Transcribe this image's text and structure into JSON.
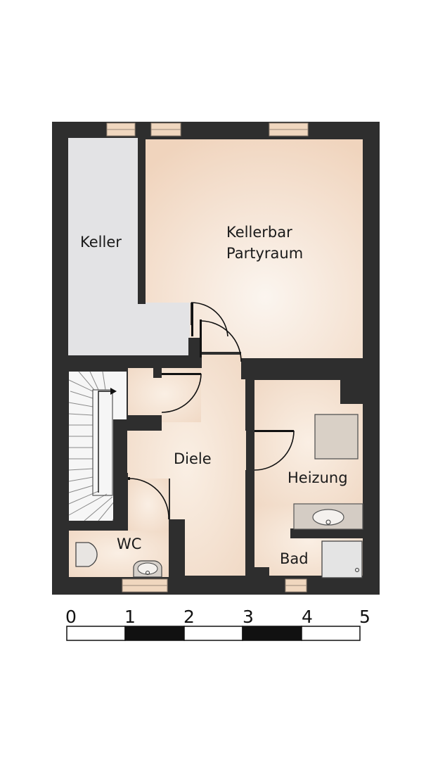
{
  "rooms": {
    "keller": "Keller",
    "kellerbar_line1": "Kellerbar",
    "kellerbar_line2": "Partyraum",
    "diele": "Diele",
    "heizung": "Heizung",
    "wc": "WC",
    "bad": "Bad"
  },
  "scale_bar": {
    "labels": [
      "0",
      "1",
      "2",
      "3",
      "4",
      "5"
    ],
    "unit_segments": 5
  },
  "colors": {
    "wall": "#2e2e2e",
    "keller_floor": "#e3e3e5",
    "warm_floor": "#f3ddc9",
    "window_frame": "#f0d7bf",
    "fixture": "#d9d0c6",
    "scale_black": "#111111",
    "scale_white": "#ffffff"
  }
}
